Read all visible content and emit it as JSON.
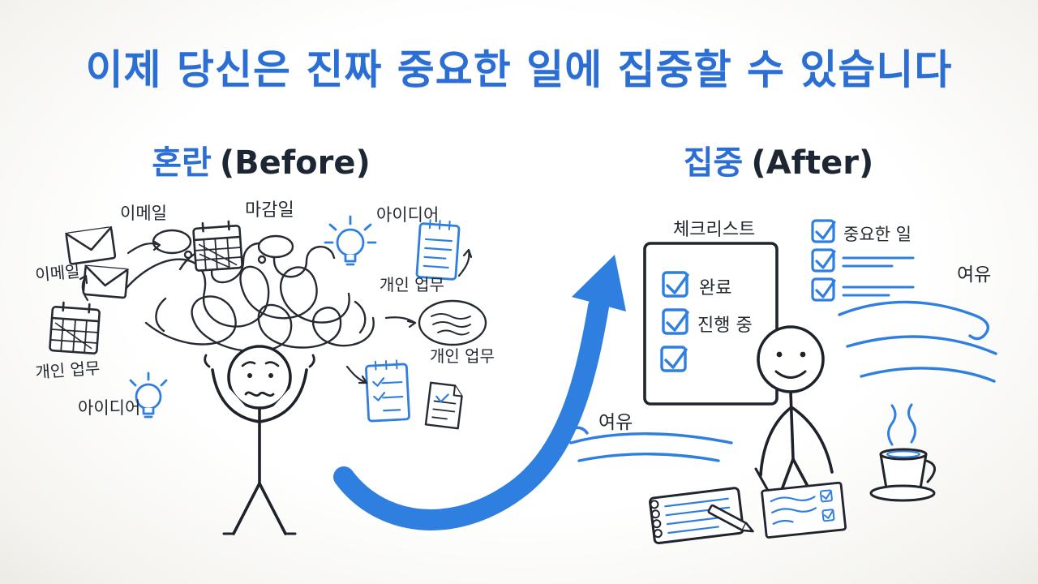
{
  "palette": {
    "accent": "#2f7fe0",
    "ink": "#22262e",
    "background": "#fbfaf7"
  },
  "title": "이제 당신은 진짜 중요한 일에 집중할 수 있습니다",
  "before": {
    "heading_ko": "혼란",
    "heading_en": "(Before)",
    "labels": {
      "email_top": "이메일",
      "email_left": "이메일",
      "deadline": "마감일",
      "idea_top": "아이디어",
      "personal_top": "개인 업무",
      "personal_mid": "개인 업무",
      "personal_left": "개인 업무",
      "idea_bottom": "아이디어"
    }
  },
  "after": {
    "heading_ko": "집중",
    "heading_en": "(After)",
    "labels": {
      "checklist": "체크리스트",
      "done": "완료",
      "in_progress": "진행 중",
      "important": "중요한 일",
      "ease_right": "여유",
      "ease_left": "여유"
    }
  }
}
